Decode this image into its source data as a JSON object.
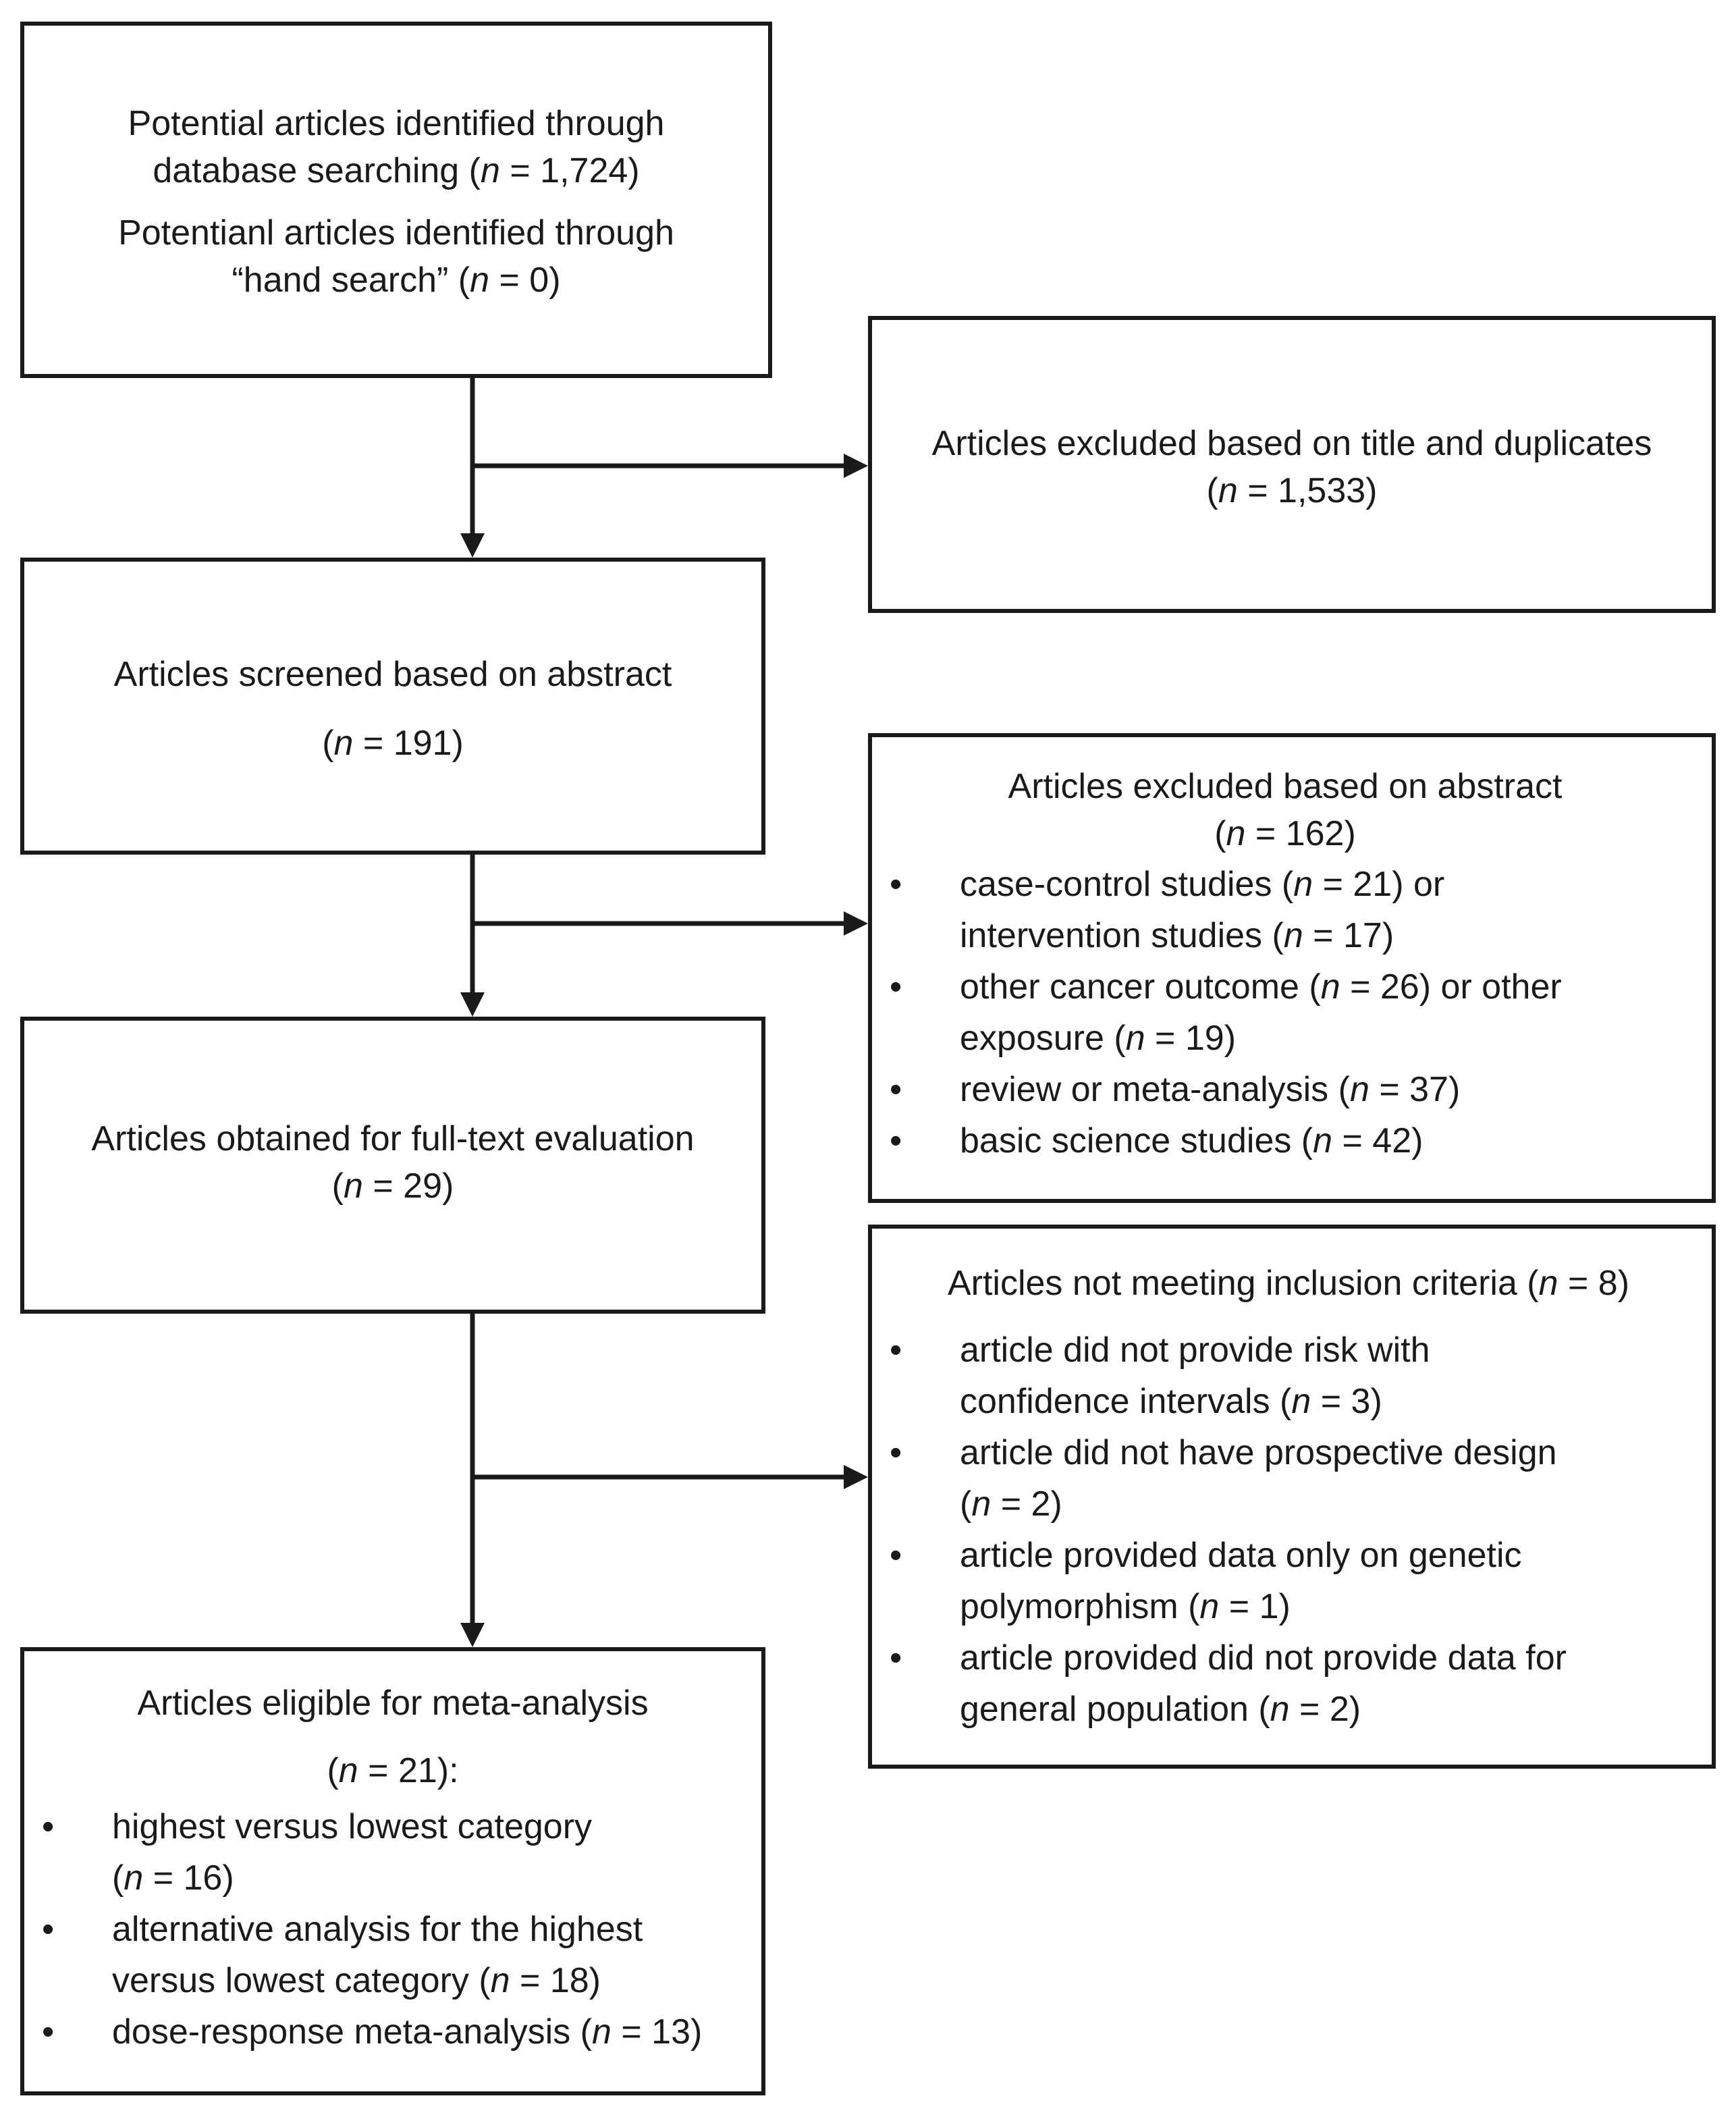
{
  "nodes": {
    "identified": {
      "lines": [
        "Potential articles identified through",
        "database searching (n = 1,724)",
        "Potentianl articles identified through",
        "“hand search” (n = 0)"
      ]
    },
    "excluded_title": {
      "lines": [
        "Articles excluded based on title and duplicates",
        "(n = 1,533)"
      ]
    },
    "screened": {
      "lines": [
        "Articles screened based on abstract",
        "(n = 191)"
      ]
    },
    "excluded_abstract": {
      "heading": [
        "Articles excluded based on abstract",
        "(n = 162)"
      ],
      "bullets": [
        [
          "case-control studies (n = 21) or",
          "intervention studies (n = 17)"
        ],
        [
          "other cancer outcome (n = 26) or other",
          "exposure (n = 19)"
        ],
        [
          "review or meta-analysis (n = 37)"
        ],
        [
          "basic science studies (n = 42)"
        ]
      ]
    },
    "fulltext": {
      "lines": [
        "Articles obtained for full-text evaluation",
        "(n = 29)"
      ]
    },
    "not_meeting": {
      "heading": [
        "Articles not meeting inclusion criteria (n = 8)"
      ],
      "bullets": [
        [
          "article did not provide risk with",
          "confidence intervals (n = 3)"
        ],
        [
          "article did not have prospective design",
          "(n = 2)"
        ],
        [
          "article provided data only on genetic",
          "polymorphism (n = 1)"
        ],
        [
          "article provided did not provide data for",
          "general population (n = 2)"
        ]
      ]
    },
    "eligible": {
      "heading": [
        "Articles eligible for meta-analysis",
        "(n = 21):"
      ],
      "bullets": [
        [
          "highest versus lowest category",
          "(n = 16)"
        ],
        [
          "alternative analysis for the highest",
          "versus lowest category  (n = 18)"
        ],
        [
          "dose-response meta-analysis (n = 13)"
        ]
      ]
    }
  },
  "bullet_symbol": "•"
}
